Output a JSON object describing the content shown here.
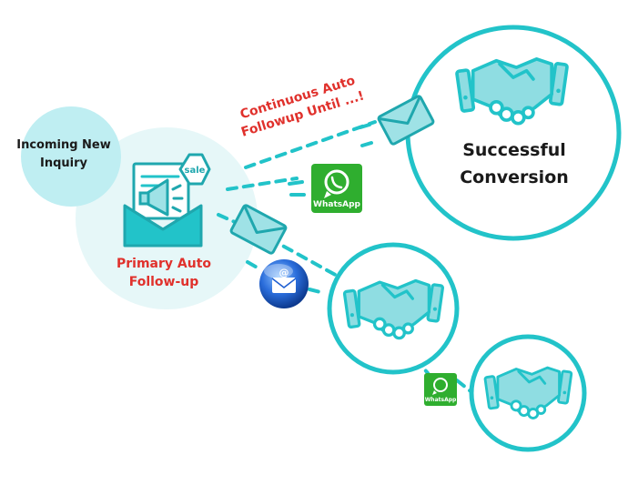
{
  "nodes": {
    "incoming": "Incoming New Inquiry",
    "primary": "Primary Auto Follow-up",
    "success": "Successful Conversion"
  },
  "annotation": "Continuous Auto Followup Until ...!",
  "sale_tag": "sale",
  "whatsapp_label": "WhatsApp",
  "email_symbol": "@",
  "colors": {
    "teal": "#22c3c9",
    "light_teal": "#bfeef2",
    "pale_teal": "#e6f7f8",
    "red": "#e0312c",
    "whatsapp_green": "#2fae2f",
    "orb_blue": "#1f5fd1"
  },
  "icons": [
    "megaphone-envelope-icon",
    "sale-tag-icon",
    "envelope-icon",
    "whatsapp-icon",
    "email-orb-icon",
    "handshake-icon"
  ]
}
